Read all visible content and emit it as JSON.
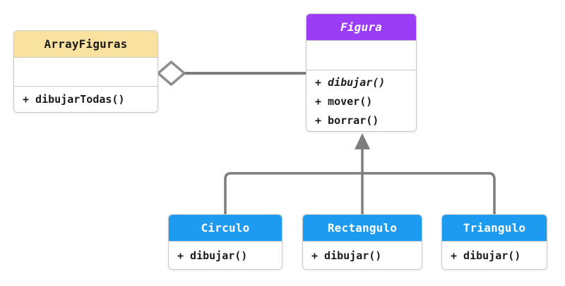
{
  "diagram": {
    "type": "uml-class-diagram",
    "background_color": "#ffffff",
    "connector_color": "#7d7d7d",
    "box_border_color": "#c9c9c9",
    "classes": {
      "arrayFiguras": {
        "name": "ArrayFiguras",
        "name_italic": false,
        "header_color": "#F9E1A0",
        "header_text_color": "#1c1c1c",
        "attributes": [],
        "methods": [
          {
            "text": "+ dibujarTodas()",
            "italic": false
          }
        ]
      },
      "figura": {
        "name": "Figura",
        "name_italic": true,
        "header_color": "#9C3DF6",
        "header_text_color": "#ffffff",
        "attributes": [],
        "methods": [
          {
            "text": "+ dibujar()",
            "italic": true
          },
          {
            "text": "+ mover()",
            "italic": false
          },
          {
            "text": "+ borrar()",
            "italic": false
          }
        ]
      },
      "circulo": {
        "name": "Circulo",
        "name_italic": false,
        "header_color": "#1D9BF0",
        "header_text_color": "#ffffff",
        "attributes": [],
        "methods": [
          {
            "text": "+ dibujar()",
            "italic": false
          }
        ]
      },
      "rectangulo": {
        "name": "Rectangulo",
        "name_italic": false,
        "header_color": "#1D9BF0",
        "header_text_color": "#ffffff",
        "attributes": [],
        "methods": [
          {
            "text": "+ dibujar()",
            "italic": false
          }
        ]
      },
      "triangulo": {
        "name": "Triangulo",
        "name_italic": false,
        "header_color": "#1D9BF0",
        "header_text_color": "#ffffff",
        "attributes": [],
        "methods": [
          {
            "text": "+ dibujar()",
            "italic": false
          }
        ]
      }
    },
    "relations": [
      {
        "type": "aggregation",
        "from": "ArrayFiguras",
        "to": "Figura",
        "marker": "hollow-diamond"
      },
      {
        "type": "inheritance",
        "parent": "Figura",
        "children": [
          "Circulo",
          "Rectangulo",
          "Triangulo"
        ],
        "marker": "filled-triangle-arrow"
      }
    ]
  }
}
